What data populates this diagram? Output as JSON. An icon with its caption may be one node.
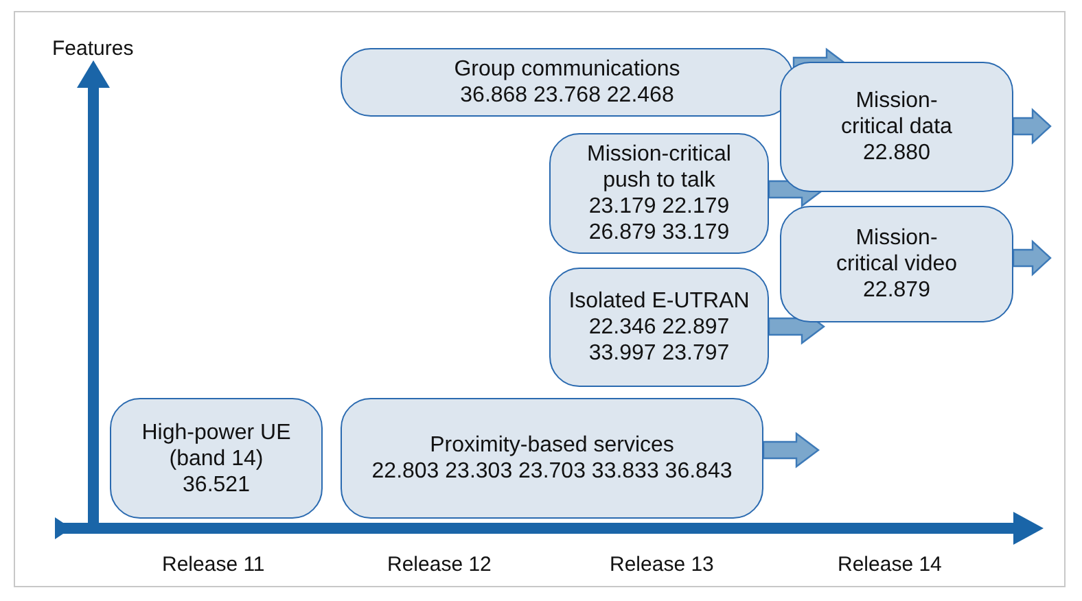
{
  "diagram": {
    "nodes": [
      {
        "text": [
          "Group communications",
          "36.868 23.768 22.468"
        ]
      },
      {
        "text": [
          "Mission-critical data",
          "22.880"
        ]
      },
      {
        "text": [
          "Mission-critical push to talk",
          "23.179 22.179 26.879 33.179"
        ]
      },
      {
        "text": [
          "Mission-critical video",
          "22.879"
        ]
      },
      {
        "text": [
          "Isolated E-UTRAN",
          "22.346 22.897 33.997 23.797"
        ]
      },
      {
        "text": [
          "High-power UE (band 14)",
          "36.521"
        ]
      },
      {
        "text": [
          "Proximity-based services",
          "22.803 23.303 23.703 33.833 36.843"
        ]
      }
    ],
    "edges": [
      {
        "from": 0,
        "to": null,
        "arrow": "to"
      },
      {
        "from": 1,
        "to": null,
        "arrow": "to"
      },
      {
        "from": 2,
        "to": null,
        "arrow": "to"
      },
      {
        "from": 3,
        "to": null,
        "arrow": "to"
      },
      {
        "from": 4,
        "to": null,
        "arrow": "to"
      },
      {
        "from": 6,
        "to": null,
        "arrow": "to"
      }
    ],
    "labels": [
      "Features",
      "Release 11",
      "Release 12",
      "Release 13",
      "Release 14"
    ]
  }
}
